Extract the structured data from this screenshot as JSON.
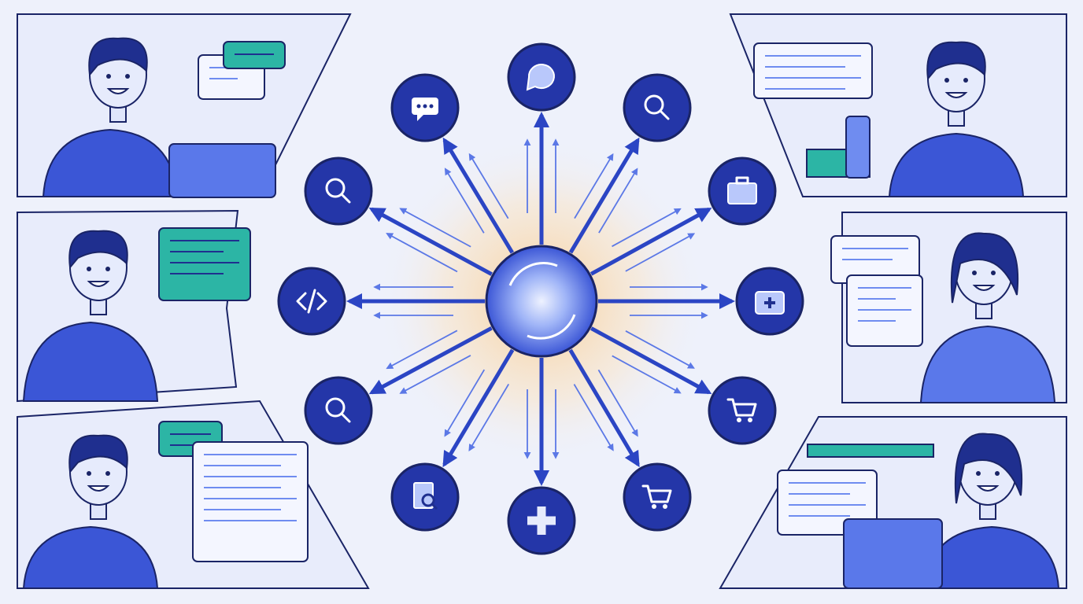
{
  "colors": {
    "background": "#eef1fb",
    "navy": "#1f2f8f",
    "blue": "#3b56d6",
    "light_blue": "#6f8cf0",
    "teal": "#2cb5a5",
    "panel": "#e8ecfb",
    "glow": "#f8c98a",
    "outline": "#1a2466"
  },
  "hub": {
    "icon": "central-orb"
  },
  "icons": [
    {
      "name": "chat-bubble-icon"
    },
    {
      "name": "search-icon"
    },
    {
      "name": "briefcase-icon"
    },
    {
      "name": "medical-kit-icon"
    },
    {
      "name": "shopping-cart-icon"
    },
    {
      "name": "shopping-cart-icon"
    },
    {
      "name": "plus-icon"
    },
    {
      "name": "document-search-icon"
    },
    {
      "name": "search-icon"
    },
    {
      "name": "code-icon"
    },
    {
      "name": "search-icon"
    },
    {
      "name": "chat-dots-icon"
    }
  ],
  "panels": [
    {
      "name": "person-laptop-chat-panel"
    },
    {
      "name": "person-pointing-chat-panel"
    },
    {
      "name": "person-pointing-browser-panel"
    },
    {
      "name": "person-phone-chart-panel"
    },
    {
      "name": "person-pointing-document-panel"
    },
    {
      "name": "person-laptop-browser-panel"
    }
  ]
}
